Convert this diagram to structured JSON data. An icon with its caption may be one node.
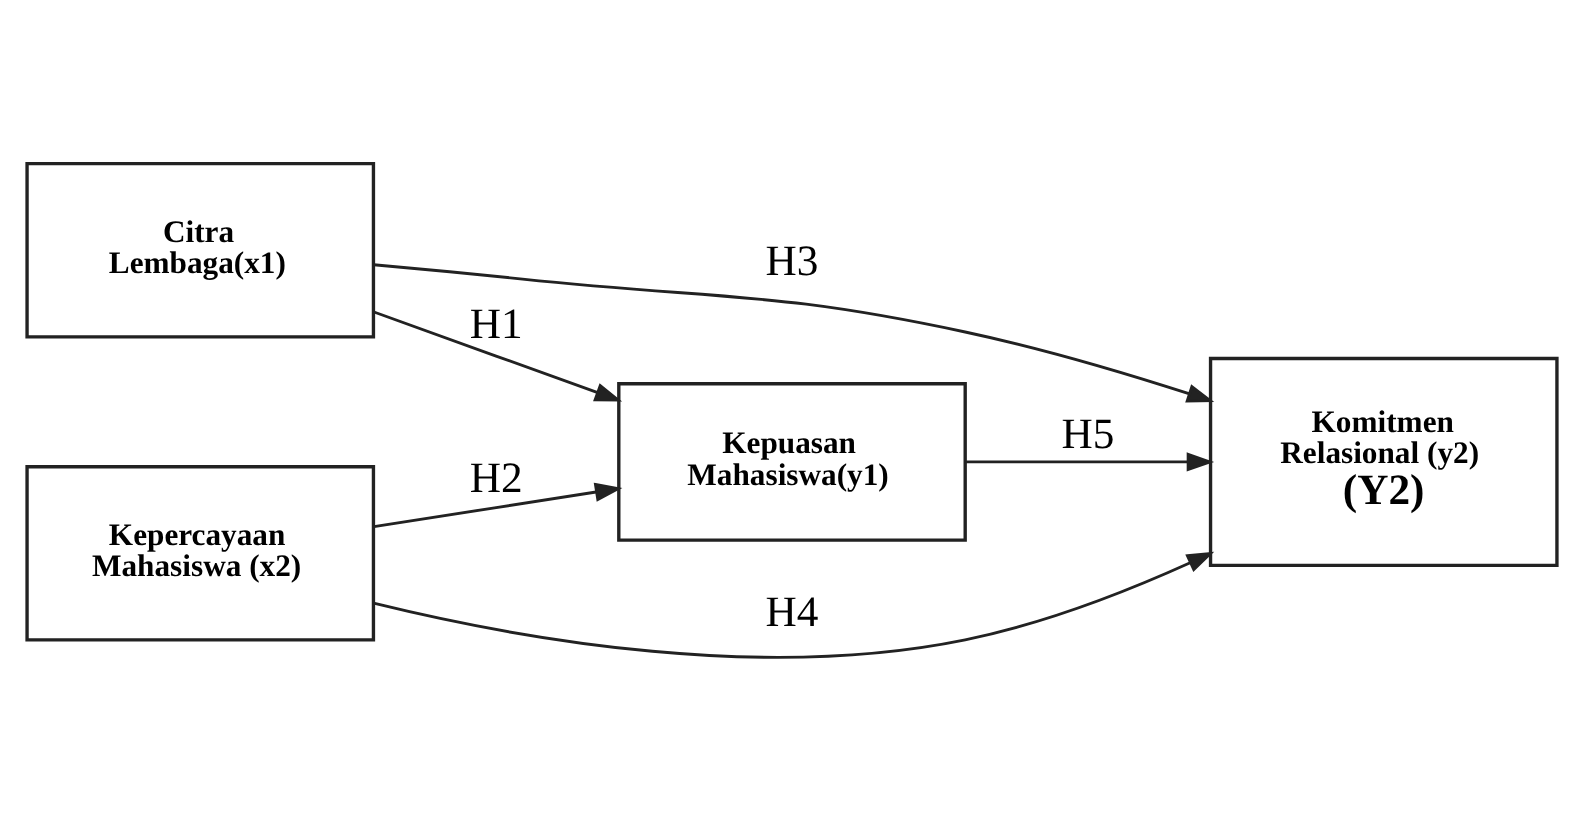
{
  "diagram": {
    "nodes": [
      {
        "text": [
          "Citra Lembaga(x1)"
        ]
      },
      {
        "text": [
          "Kepercayaan Mahasiswa (x2)"
        ]
      },
      {
        "text": [
          "Kepuasan Mahasiswa(y1)"
        ]
      },
      {
        "text": [
          "Komitmen Relasional (y2)",
          "(Y2)"
        ]
      }
    ],
    "edges": [
      {
        "from": 0,
        "to": 3,
        "arrow": "to",
        "label": "H3"
      },
      {
        "from": 0,
        "to": 2,
        "arrow": "to",
        "label": "H1"
      },
      {
        "from": 1,
        "to": 2,
        "arrow": "to",
        "label": "H2"
      },
      {
        "from": 2,
        "to": 3,
        "arrow": "to",
        "label": "H5"
      },
      {
        "from": 1,
        "to": 3,
        "arrow": "to",
        "label": "H4"
      }
    ]
  }
}
